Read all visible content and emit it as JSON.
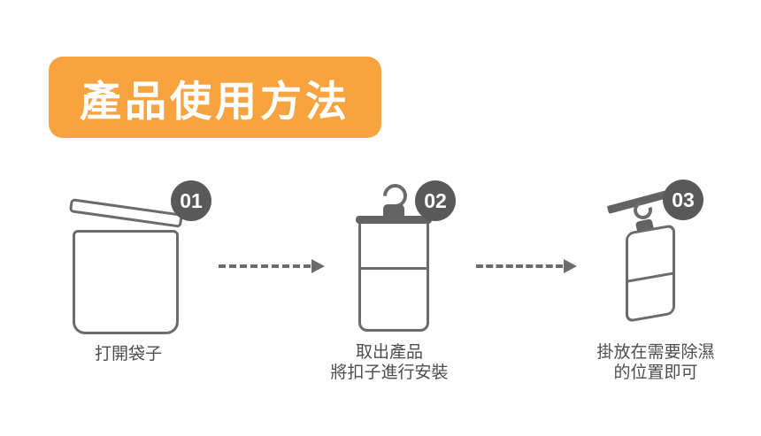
{
  "banner": {
    "title": "產品使用方法",
    "bg_color": "#F7A440",
    "text_color": "#FFFFFF"
  },
  "steps": [
    {
      "number": "01",
      "caption_lines": [
        "打開袋子"
      ],
      "illustration": "opened-bag"
    },
    {
      "number": "02",
      "caption_lines": [
        "取出產品",
        "將扣子進行安裝"
      ],
      "illustration": "pouch-with-hook-and-buckle"
    },
    {
      "number": "03",
      "caption_lines": [
        "掛放在需要除濕",
        "的位置即可"
      ],
      "illustration": "pouch-hanging-on-rod"
    }
  ],
  "colors": {
    "banner_orange": "#F7A440",
    "outline_gray": "#6B6B6B",
    "fill_gray": "#636363",
    "badge_gray": "#595959",
    "caption_text": "#4D4D4D",
    "background": "#FFFFFF"
  }
}
